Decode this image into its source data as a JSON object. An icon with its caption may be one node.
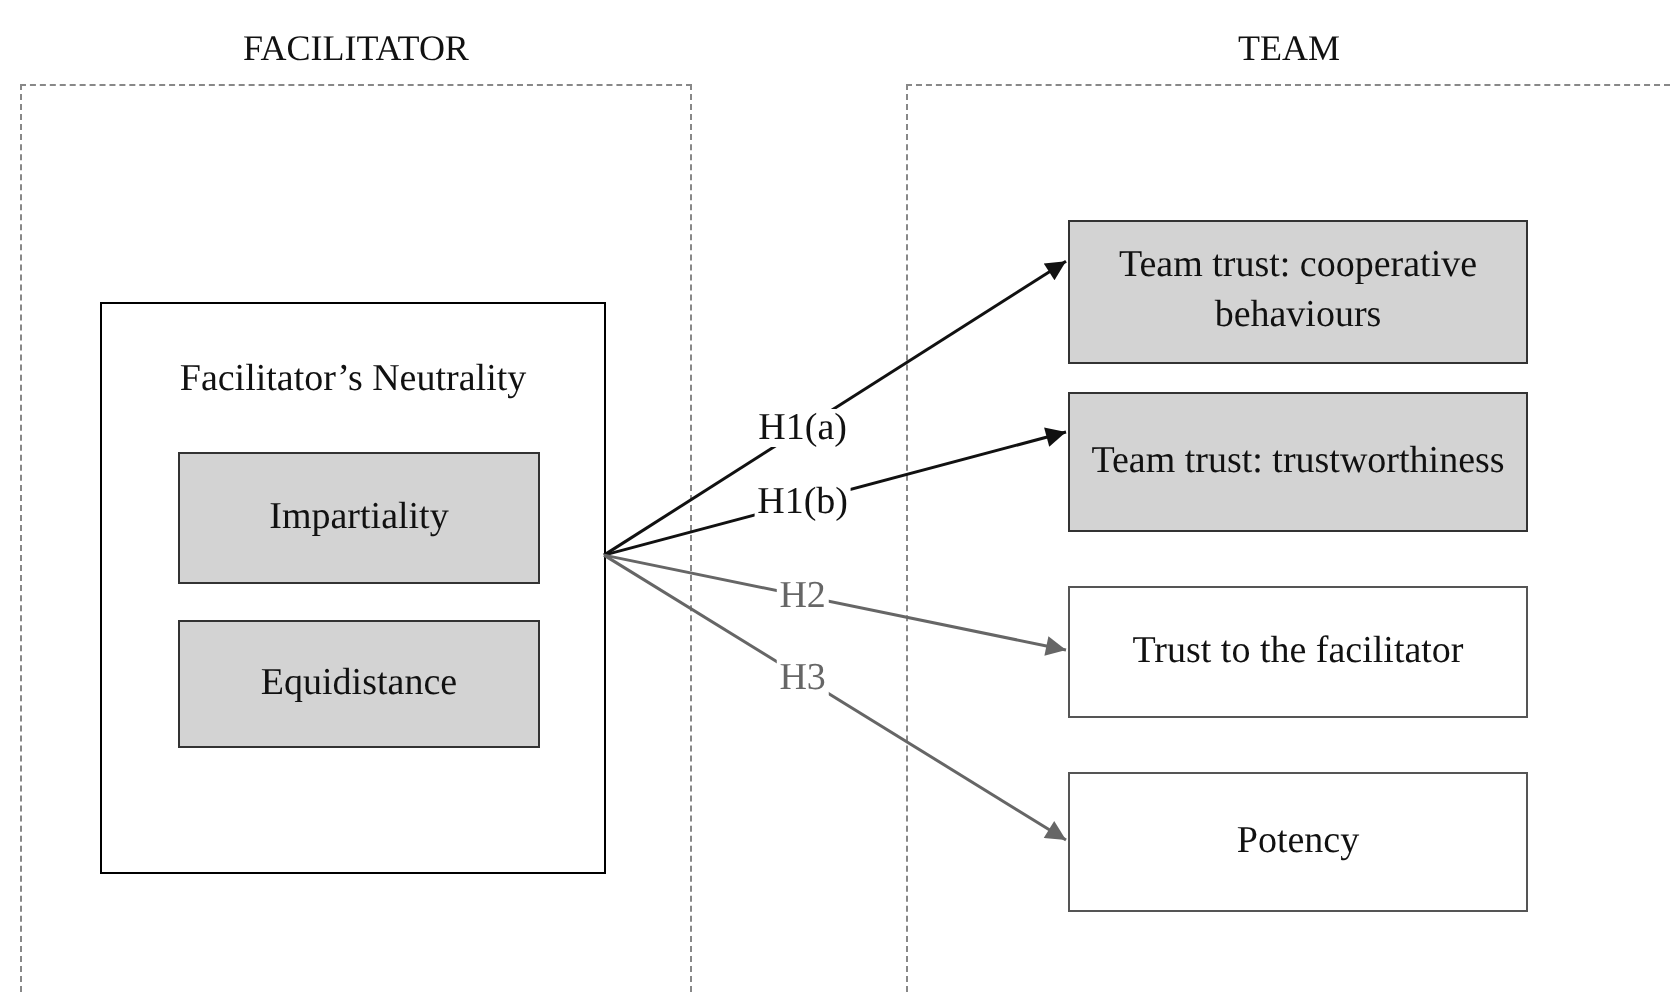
{
  "diagram": {
    "nodes": [
      {
        "text": [
          "FACILITATOR"
        ]
      },
      {
        "text": [
          "Facilitator’s Neutrality"
        ],
        "in": 0
      },
      {
        "text": [
          "Impartiality"
        ],
        "in": 1
      },
      {
        "text": [
          "Equidistance"
        ],
        "in": 1
      },
      {
        "text": [
          "TEAM"
        ]
      },
      {
        "text": [
          "Team trust: cooperative behaviours"
        ],
        "in": 4
      },
      {
        "text": [
          "Team trust: trustworthiness"
        ],
        "in": 4
      },
      {
        "text": [
          "Trust to the facilitator"
        ],
        "in": 4
      },
      {
        "text": [
          "Potency"
        ],
        "in": 4
      }
    ],
    "edges": [
      {
        "from": 1,
        "to": 5,
        "arrow": "to",
        "label": "H1(a)"
      },
      {
        "from": 1,
        "to": 6,
        "arrow": "to",
        "label": "H1(b)"
      },
      {
        "from": 1,
        "to": 7,
        "arrow": "to",
        "label": "H2",
        "color": "#666666"
      },
      {
        "from": 1,
        "to": 8,
        "arrow": "to",
        "label": "H3",
        "color": "#666666"
      }
    ]
  }
}
